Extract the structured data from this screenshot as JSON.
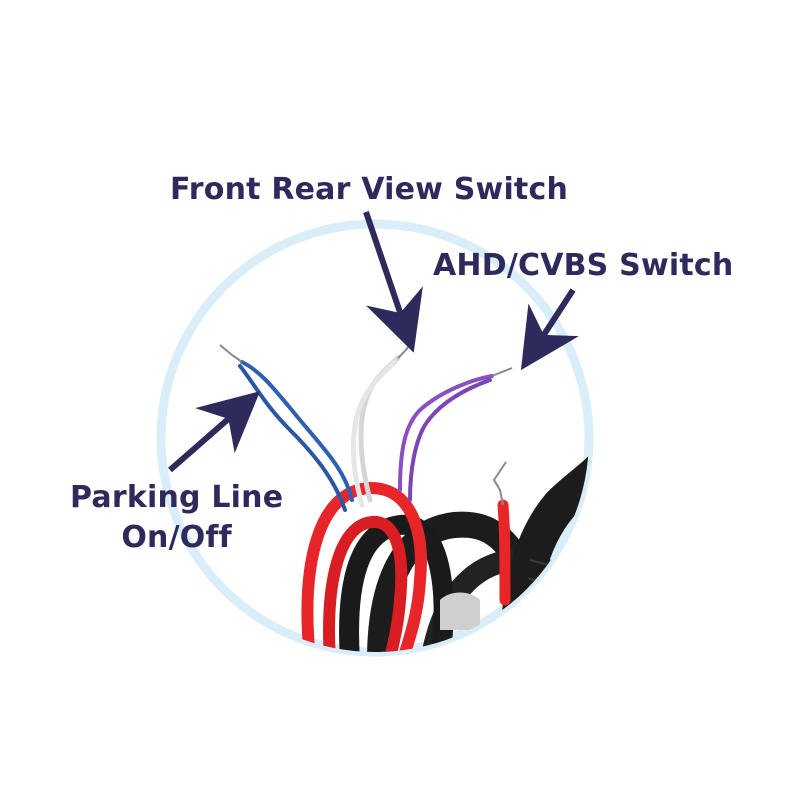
{
  "labels": {
    "front_rear": "Front Rear View Switch",
    "ahd_cvbs": "AHD/CVBS Switch",
    "parking_line_1": "Parking Line",
    "parking_line_2": "On/Off"
  },
  "wires": [
    {
      "name": "blue-wire",
      "color": "#2f5fb3"
    },
    {
      "name": "white-wire",
      "color": "#e4e4e4"
    },
    {
      "name": "purple-wire",
      "color": "#8a4fc0"
    },
    {
      "name": "red-wire",
      "color": "#e8262a"
    },
    {
      "name": "black-cable",
      "color": "#1c1c1c"
    }
  ],
  "colors": {
    "label_text": "#2e2a5c",
    "arrow": "#2e2a5c",
    "circle_ring": "#d9eef9"
  }
}
